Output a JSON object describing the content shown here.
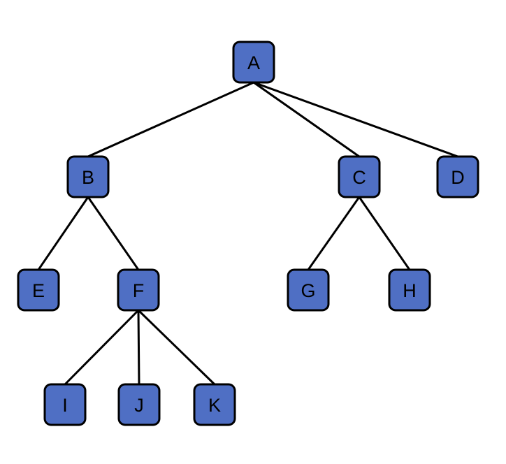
{
  "diagram": {
    "colors": {
      "node_fill": "#4f6fc4",
      "node_stroke": "#000000",
      "edge": "#000000",
      "label": "#000000"
    },
    "nodes": [
      {
        "id": "A",
        "label": "A"
      },
      {
        "id": "B",
        "label": "B"
      },
      {
        "id": "C",
        "label": "C"
      },
      {
        "id": "D",
        "label": "D"
      },
      {
        "id": "E",
        "label": "E"
      },
      {
        "id": "F",
        "label": "F"
      },
      {
        "id": "G",
        "label": "G"
      },
      {
        "id": "H",
        "label": "H"
      },
      {
        "id": "I",
        "label": "I"
      },
      {
        "id": "J",
        "label": "J"
      },
      {
        "id": "K",
        "label": "K"
      }
    ],
    "edges": [
      {
        "from": "A",
        "to": "B"
      },
      {
        "from": "A",
        "to": "C"
      },
      {
        "from": "A",
        "to": "D"
      },
      {
        "from": "B",
        "to": "E"
      },
      {
        "from": "B",
        "to": "F"
      },
      {
        "from": "C",
        "to": "G"
      },
      {
        "from": "C",
        "to": "H"
      },
      {
        "from": "F",
        "to": "I"
      },
      {
        "from": "F",
        "to": "J"
      },
      {
        "from": "F",
        "to": "K"
      }
    ]
  }
}
